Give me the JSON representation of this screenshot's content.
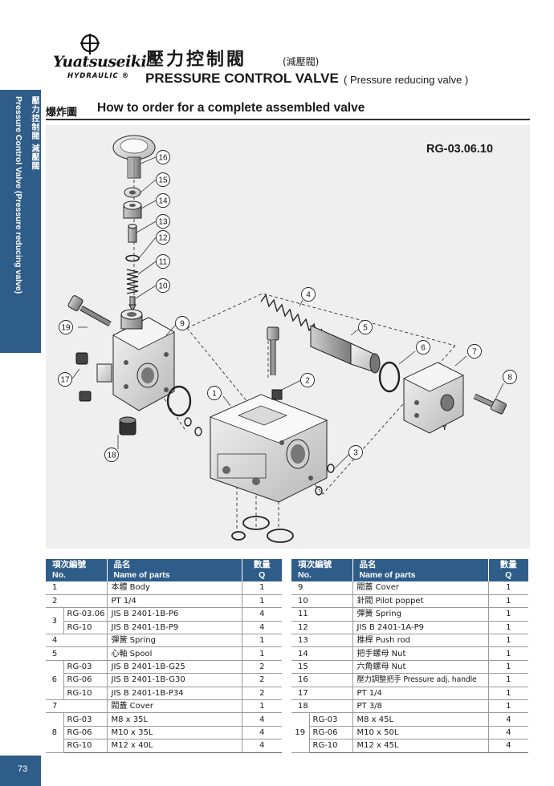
{
  "header": {
    "brand": "Yuatsuseiki",
    "brand_sub": "HYDRAULIC ®",
    "title_zh": "壓力控制閥",
    "title_zh_sub": "(減壓閥)",
    "title_en": "PRESSURE CONTROL VALVE",
    "title_en_sub": "( Pressure reducing valve )"
  },
  "side_tab": {
    "zh": "壓力控制閥 減壓閥",
    "en": "Pressure Control Valve (Pressure reducing valve)"
  },
  "section": {
    "zh": "爆炸圖",
    "en": "How to order for a complete assembled valve"
  },
  "diagram": {
    "model_code": "RG-03.06.10",
    "callouts": [
      "1",
      "2",
      "3",
      "4",
      "5",
      "6",
      "7",
      "8",
      "9",
      "10",
      "11",
      "12",
      "13",
      "14",
      "15",
      "16",
      "17",
      "18",
      "19"
    ],
    "cover_mark": "Y"
  },
  "table_headers": {
    "no_zh": "項次編號",
    "no_en": "No.",
    "name_zh": "品名",
    "name_en": "Name of parts",
    "qty_zh": "數量",
    "qty_en": "Q"
  },
  "table_left": {
    "r1": {
      "no": "1",
      "name": "本體 Body",
      "q": "1"
    },
    "r2": {
      "no": "2",
      "name": "PT 1/4",
      "q": "1"
    },
    "r3": {
      "no": "3",
      "subs": [
        {
          "sub": "RG-03.06",
          "name": "JIS B 2401-1B-P6",
          "q": "4"
        },
        {
          "sub": "RG-10",
          "name": "JIS B 2401-1B-P9",
          "q": "4"
        }
      ]
    },
    "r4": {
      "no": "4",
      "name": "彈簧 Spring",
      "q": "1"
    },
    "r5": {
      "no": "5",
      "name": "心軸 Spool",
      "q": "1"
    },
    "r6": {
      "no": "6",
      "subs": [
        {
          "sub": "RG-03",
          "name": "JIS B 2401-1B-G25",
          "q": "2"
        },
        {
          "sub": "RG-06",
          "name": "JIS B 2401-1B-G30",
          "q": "2"
        },
        {
          "sub": "RG-10",
          "name": "JIS B 2401-1B-P34",
          "q": "2"
        }
      ]
    },
    "r7": {
      "no": "7",
      "name": "閥蓋 Cover",
      "q": "1"
    },
    "r8": {
      "no": "8",
      "subs": [
        {
          "sub": "RG-03",
          "name": "M8 x 35L",
          "q": "4"
        },
        {
          "sub": "RG-06",
          "name": "M10 x 35L",
          "q": "4"
        },
        {
          "sub": "RG-10",
          "name": "M12 x 40L",
          "q": "4"
        }
      ]
    }
  },
  "table_right": {
    "r9": {
      "no": "9",
      "name": "閥蓋 Cover",
      "q": "1"
    },
    "r10": {
      "no": "10",
      "name": "針閥 Pilot poppet",
      "q": "1"
    },
    "r11": {
      "no": "11",
      "name": "彈簧 Spring",
      "q": "1"
    },
    "r12": {
      "no": "12",
      "name": "JIS B 2401-1A-P9",
      "q": "1"
    },
    "r13": {
      "no": "13",
      "name": "推桿 Push rod",
      "q": "1"
    },
    "r14": {
      "no": "14",
      "name": "把手螺母 Nut",
      "q": "1"
    },
    "r15": {
      "no": "15",
      "name": "六角螺母 Nut",
      "q": "1"
    },
    "r16": {
      "no": "16",
      "name": "壓力調整把手 Pressure adj. handle",
      "q": "1"
    },
    "r17": {
      "no": "17",
      "name": "PT 1/4",
      "q": "1"
    },
    "r18": {
      "no": "18",
      "name": "PT 3/8",
      "q": "1"
    },
    "r19": {
      "no": "19",
      "subs": [
        {
          "sub": "RG-03",
          "name": "M8 x 45L",
          "q": "4"
        },
        {
          "sub": "RG-06",
          "name": "M10 x 50L",
          "q": "4"
        },
        {
          "sub": "RG-10",
          "name": "M12 x 45L",
          "q": "4"
        }
      ]
    }
  },
  "page_number": "73",
  "colors": {
    "accent": "#2f5d8a",
    "diagram_bg": "#efefef"
  }
}
